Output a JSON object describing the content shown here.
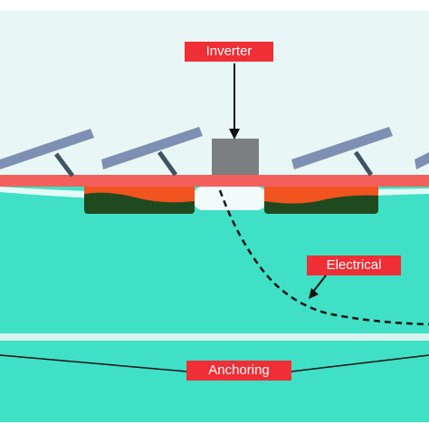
{
  "labels": {
    "inverter": "Inverter",
    "electrical": "Electrical",
    "anchoring": "Anchoring"
  },
  "colors": {
    "sky": "#e8f6f5",
    "water": "#3fe0c6",
    "water_band": "#d8f3ef",
    "floating_platform": "#f4605c",
    "float_dark": "#1f4a1f",
    "float_orange": "#f2541f",
    "inverter_box": "#7b7f7f",
    "solar_panel": "#7d8fb3",
    "panel_leg": "#3f5364",
    "label_bg": "#ef2e35",
    "line": "#111111"
  }
}
